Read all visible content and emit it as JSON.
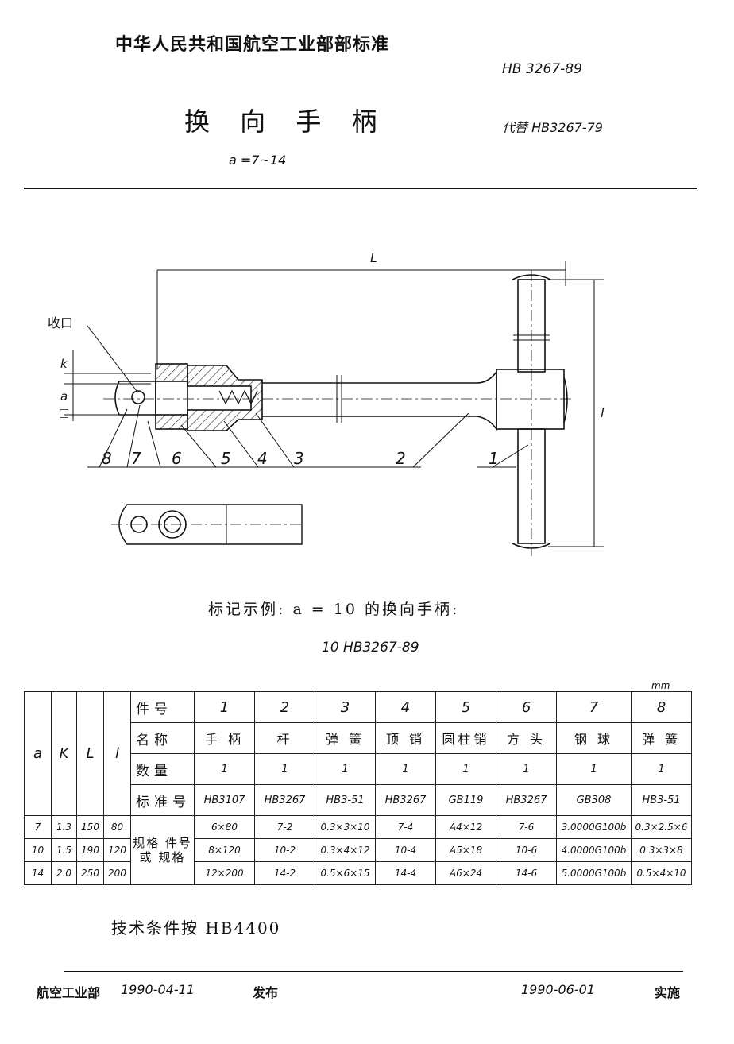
{
  "header": {
    "org_title": "中华人民共和国航空工业部部标准",
    "std_no": "HB 3267-89",
    "title": "换 向 手 柄",
    "range": "a =7~14",
    "supersedes": "代替 HB3267-79"
  },
  "drawing": {
    "label_shoukou": "收口",
    "dim_L": "L",
    "dim_l": "l",
    "dim_k": "k",
    "dim_a": "a",
    "dim_box": "□",
    "part_labels": [
      "8",
      "7",
      "6",
      "5",
      "4",
      "3",
      "2",
      "1"
    ]
  },
  "marking": {
    "example": "标记示例: a = 10 的换向手柄:",
    "code": "10  HB3267-89"
  },
  "table": {
    "unit": "mm",
    "col_a": "a",
    "col_k": "K",
    "col_L": "L",
    "col_l": "l",
    "row_part_no": "件号",
    "row_name": "名称",
    "row_qty": "数量",
    "row_std": "标准号",
    "row_spec": "规格 件号 或 规格",
    "part_nos": [
      "1",
      "2",
      "3",
      "4",
      "5",
      "6",
      "7",
      "8"
    ],
    "names": [
      "手 柄",
      "杆",
      "弹 簧",
      "顶 销",
      "圆柱销",
      "方 头",
      "钢 球",
      "弹 簧"
    ],
    "qty": [
      "1",
      "1",
      "1",
      "1",
      "1",
      "1",
      "1",
      "1"
    ],
    "std": [
      "HB3107",
      "HB3267",
      "HB3-51",
      "HB3267",
      "GB119",
      "HB3267",
      "GB308",
      "HB3-51"
    ],
    "rows": [
      {
        "a": "7",
        "k": "1.3",
        "L": "150",
        "l": "80",
        "specs": [
          "6×80",
          "7-2",
          "0.3×3×10",
          "7-4",
          "A4×12",
          "7-6",
          "3.0000G100b",
          "0.3×2.5×6"
        ]
      },
      {
        "a": "10",
        "k": "1.5",
        "L": "190",
        "l": "120",
        "specs": [
          "8×120",
          "10-2",
          "0.3×4×12",
          "10-4",
          "A5×18",
          "10-6",
          "4.0000G100b",
          "0.3×3×8"
        ]
      },
      {
        "a": "14",
        "k": "2.0",
        "L": "250",
        "l": "200",
        "specs": [
          "12×200",
          "14-2",
          "0.5×6×15",
          "14-4",
          "A6×24",
          "14-6",
          "5.0000G100b",
          "0.5×4×10"
        ]
      }
    ]
  },
  "tech": "技术条件按 HB4400",
  "footer": {
    "issuer": "航空工业部",
    "issue_date": "1990-04-11",
    "issue_label": "发布",
    "impl_date": "1990-06-01",
    "impl_label": "实施"
  }
}
